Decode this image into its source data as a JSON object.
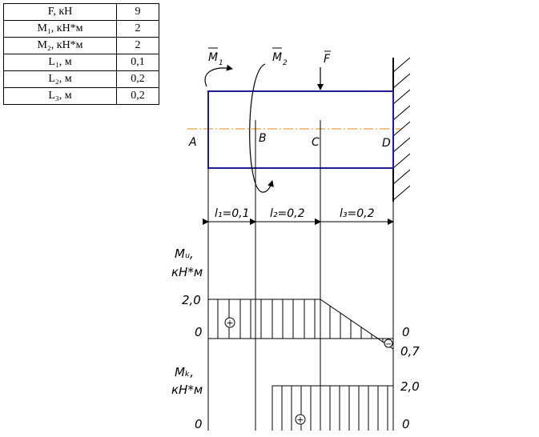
{
  "params_table": {
    "rows": [
      {
        "name": "F, кН",
        "value": "9"
      },
      {
        "name": "M₁, кН*м",
        "value": "2"
      },
      {
        "name": "M₂, кН*м",
        "value": "2"
      },
      {
        "name": "L₁, м",
        "value": "0,1"
      },
      {
        "name": "L₂, м",
        "value": "0,2"
      },
      {
        "name": "L₃, м",
        "value": "0,2"
      }
    ]
  },
  "diagram": {
    "loads": {
      "m1": "M",
      "m1_sub": "1",
      "m2": "M",
      "m2_sub": "2",
      "f": "F"
    },
    "points": {
      "a": "A",
      "b": "B",
      "c": "C",
      "d": "D"
    },
    "lengths": {
      "l1": "l₁=0,1",
      "l2": "l₂=0,2",
      "l3": "l₃=0,2"
    },
    "bending": {
      "title_line1": "Mᵤ,",
      "title_line2": "кН*м",
      "left_top": "2,0",
      "left_zero": "0",
      "right_zero": "0",
      "right_bottom": "0,7",
      "sign_plus": "+",
      "sign_minus": "−"
    },
    "torque": {
      "title_line1": "Mₖ,",
      "title_line2": "кН*м",
      "right_top": "2,0",
      "left_zero": "0",
      "right_zero": "0",
      "sign_plus": "+"
    }
  }
}
